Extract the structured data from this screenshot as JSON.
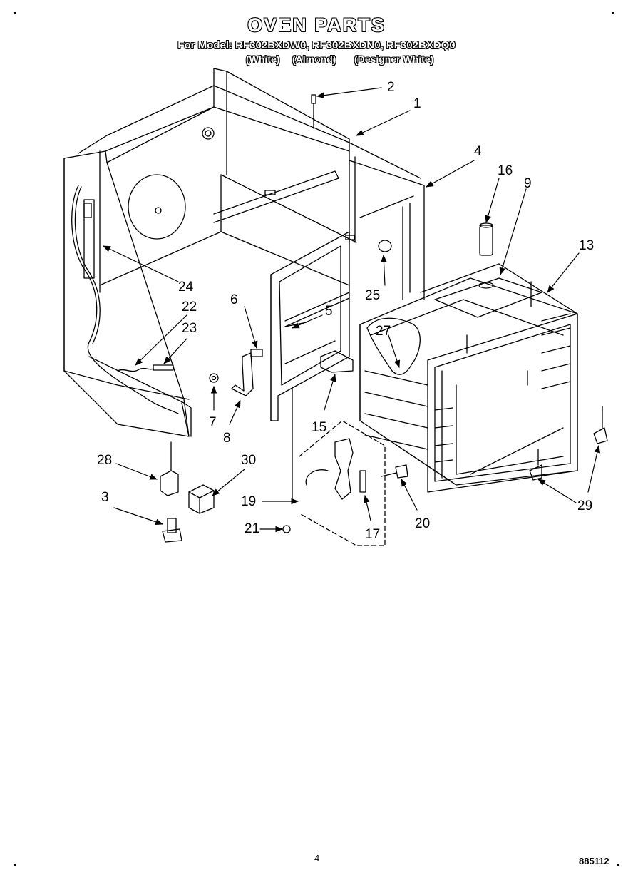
{
  "header": {
    "title": "OVEN PARTS",
    "models_line": "For Model: RF302BXDW0, RF302BXDN0, RF302BXDQ0",
    "color_white": "(White)",
    "color_almond": "(Almond)",
    "color_designer": "(Designer White)"
  },
  "callouts": {
    "c1": "1",
    "c2": "2",
    "c3": "3",
    "c4": "4",
    "c5": "5",
    "c6": "6",
    "c7": "7",
    "c8": "8",
    "c9": "9",
    "c13": "13",
    "c15": "15",
    "c16": "16",
    "c17": "17",
    "c19": "19",
    "c20": "20",
    "c21": "21",
    "c22": "22",
    "c23": "23",
    "c24": "24",
    "c25": "25",
    "c27": "27",
    "c28": "28",
    "c29": "29",
    "c30": "30"
  },
  "footer": {
    "page_number": "4",
    "doc_number": "885112"
  }
}
